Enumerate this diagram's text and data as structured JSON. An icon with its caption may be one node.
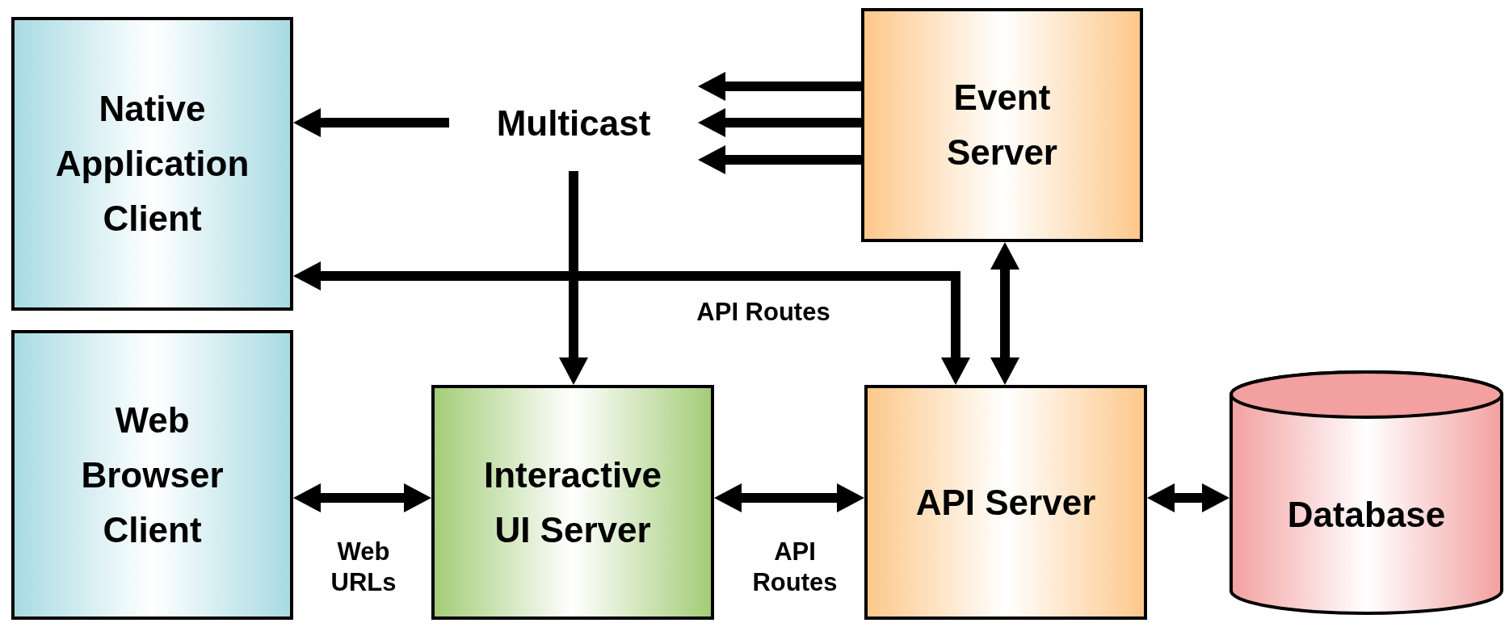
{
  "diagram": {
    "nodes": [
      {
        "text": [
          "Native Application Client"
        ]
      },
      {
        "text": [
          "Multicast"
        ]
      },
      {
        "text": [
          "Event Server"
        ]
      },
      {
        "text": [
          "Web Browser Client"
        ]
      },
      {
        "text": [
          "Interactive UI Server"
        ]
      },
      {
        "text": [
          "API Server"
        ]
      },
      {
        "text": [
          "Database"
        ]
      }
    ],
    "edges": [
      {
        "from": 1,
        "to": 0,
        "arrow": "to"
      },
      {
        "from": 2,
        "to": 1,
        "arrow": "to"
      },
      {
        "from": 2,
        "to": 1,
        "arrow": "to"
      },
      {
        "from": 2,
        "to": 1,
        "arrow": "to"
      },
      {
        "from": 1,
        "to": 4,
        "arrow": "to"
      },
      {
        "from": 5,
        "to": 0,
        "arrow": "both",
        "label": "API Routes"
      },
      {
        "from": 2,
        "to": 5,
        "arrow": "both"
      },
      {
        "from": 3,
        "to": 4,
        "arrow": "both",
        "label": "Web URLs"
      },
      {
        "from": 4,
        "to": 5,
        "arrow": "both",
        "label": "API Routes"
      },
      {
        "from": 5,
        "to": 6,
        "arrow": "both"
      }
    ]
  }
}
